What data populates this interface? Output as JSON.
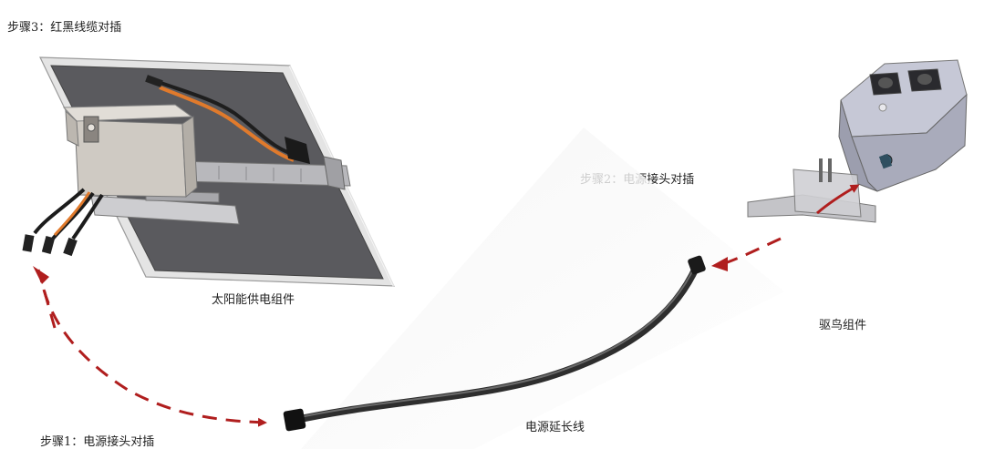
{
  "labels": {
    "step3": "步骤3：红黑线缆对插",
    "step2": "步骤2：电源接头对插",
    "step1": "步骤1：电源接头对插",
    "solar_assembly": "太阳能供电组件",
    "bird_repeller_assembly": "驱鸟组件",
    "extension_cable": "电源延长线"
  },
  "colors": {
    "arrow": "#b01e1e",
    "cable": "#3a3a3a",
    "panel_frame": "#d8d8d8",
    "panel_cell": "#5a5a5e",
    "box": "#c9c4bd",
    "device_body": "#a8aabb"
  }
}
